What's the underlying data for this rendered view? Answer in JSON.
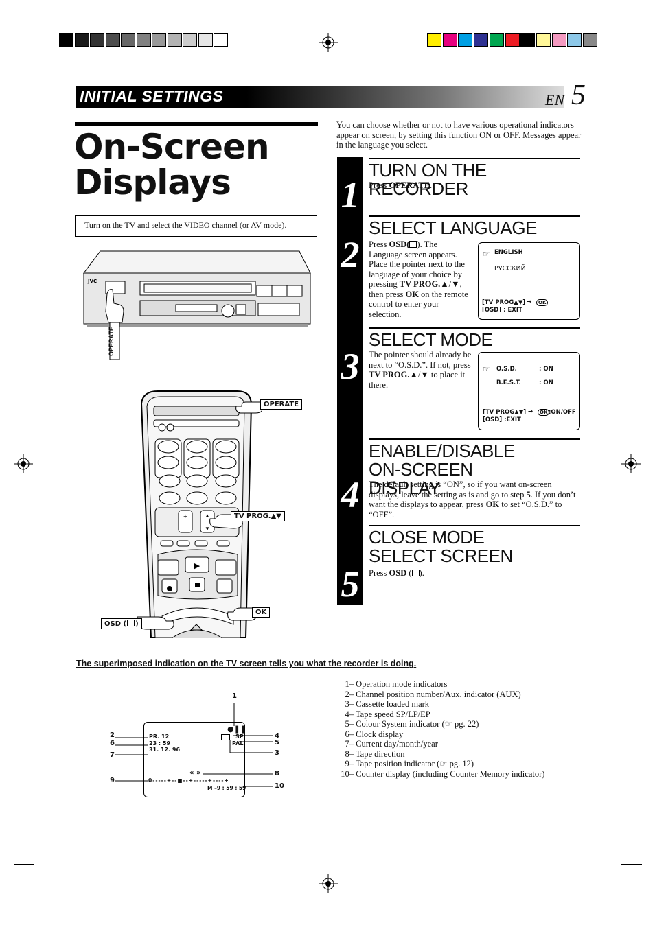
{
  "header": {
    "section_title": "INITIAL SETTINGS",
    "lang": "EN",
    "page_number": "5"
  },
  "page_title": "On-Screen Displays",
  "tv_note": "Turn on the TV and select the VIDEO channel (or AV mode).",
  "intro": "You can choose whether or not to have various operational indicators appear on screen, by setting this function ON or OFF. Messages appear in the language you select.",
  "vcr": {
    "brand": "JVC",
    "operate_label": "OPERATE"
  },
  "remote": {
    "operate_label": "OPERATE",
    "tv_prog_label": "TV PROG.▲▼",
    "ok_label": "OK",
    "osd_label": "OSD (",
    "osd_label_end": ")"
  },
  "steps": [
    {
      "number": "1",
      "heading": "TURN ON THE RECORDER",
      "body_parts": [
        "Press ",
        "OPERATE",
        "."
      ]
    },
    {
      "number": "2",
      "heading": "SELECT LANGUAGE",
      "body_parts": [
        "Press ",
        "OSD",
        "(",
        "). The Language screen appears. Place the pointer next to the language of your choice by pressing ",
        "TV PROG.▲",
        "/",
        "▼",
        ", then press ",
        "OK",
        " on the remote control to enter your selection."
      ],
      "screen": {
        "lines": [
          "ENGLISH",
          "РУССКИЙ"
        ],
        "footer1": "[TV PROG▲▼]",
        "footer1_right": "OK",
        "footer2": "[OSD]  : EXIT"
      }
    },
    {
      "number": "3",
      "heading": "SELECT MODE",
      "body_parts": [
        "The pointer should already be next to “O.S.D.”. If not, press ",
        "TV PROG.▲",
        "/",
        "▼",
        " to place it there."
      ],
      "screen": {
        "rows": [
          {
            "label": "O.S.D.",
            "value": ": ON"
          },
          {
            "label": "B.E.S.T.",
            "value": ": ON"
          }
        ],
        "footer1": "[TV PROG▲▼]",
        "footer1_right": "OK",
        "footer1_value": ":ON/OFF",
        "footer2": "[OSD]  :EXIT"
      }
    },
    {
      "number": "4",
      "heading": "ENABLE/DISABLE ON-SCREEN DISPLAY",
      "body_parts": [
        "The default setting is “ON”, so if you want on-screen displays, leave the setting as is and go to step ",
        "5",
        ". If you don’t want the displays to appear, press ",
        "OK",
        " to set “O.S.D.” to “OFF”."
      ]
    },
    {
      "number": "5",
      "heading": "CLOSE MODE SELECT SCREEN",
      "body_parts": [
        "Press ",
        "OSD",
        " (",
        ")."
      ]
    }
  ],
  "indication_title": "The superimposed indication on the TV screen tells you what the recorder is doing.",
  "tv_display": {
    "pr": "PR.   12",
    "time": "23 : 59",
    "date": "31.  12. 96",
    "speed": "SP",
    "system": "PAL",
    "position_bar": "0 - - - - - + - - ■ - - + - - - - - + - - - - +",
    "counter": "M –9 : 59 : 59",
    "callouts": [
      "1",
      "2",
      "3",
      "4",
      "5",
      "6",
      "7",
      "8",
      "9",
      "10"
    ]
  },
  "legend": [
    {
      "num": "1–",
      "text": "Operation mode indicators"
    },
    {
      "num": "2–",
      "text": "Channel position number/Aux. indicator (AUX)"
    },
    {
      "num": "3–",
      "text": "Cassette loaded mark"
    },
    {
      "num": "4–",
      "text": "Tape speed SP/LP/EP"
    },
    {
      "num": "5–",
      "text": "Colour System indicator (",
      "ref": "pg. 22)"
    },
    {
      "num": "6–",
      "text": "Clock display"
    },
    {
      "num": "7–",
      "text": "Current day/month/year"
    },
    {
      "num": "8–",
      "text": "Tape direction"
    },
    {
      "num": "9–",
      "text": "Tape position indicator (",
      "ref": "pg. 12)"
    },
    {
      "num": "10–",
      "text": "Counter display (including Counter Memory indicator)"
    }
  ],
  "colors": {
    "grayscale": [
      "#000000",
      "#1a1a1a",
      "#333333",
      "#4d4d4d",
      "#666666",
      "#808080",
      "#999999",
      "#b3b3b3",
      "#cccccc",
      "#e6e6e6",
      "#ffffff"
    ],
    "process": [
      "#ffee00",
      "#e6007e",
      "#009fe3",
      "#2e3192",
      "#00a650",
      "#ed1c24",
      "#000000",
      "#fff799",
      "#f49ac1",
      "#8dc8e8",
      "#888888"
    ]
  }
}
